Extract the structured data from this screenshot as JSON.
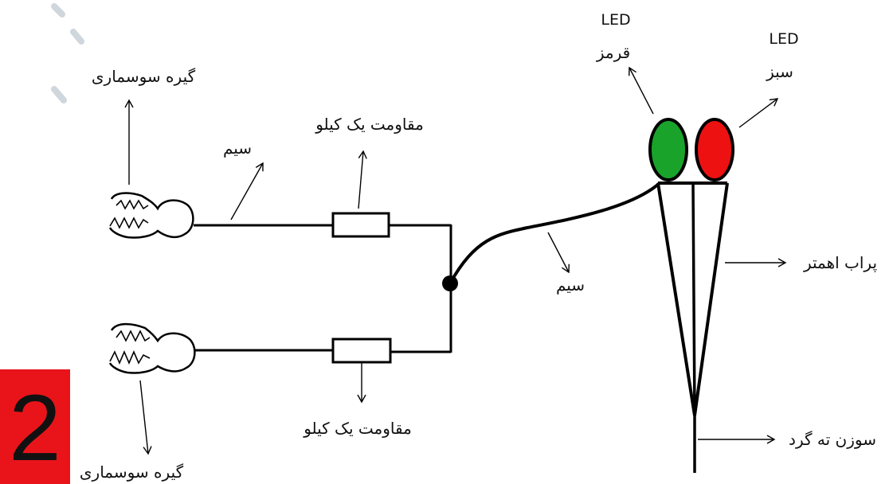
{
  "labels": {
    "clip_top": "گیره سوسماری",
    "clip_bottom": "گیره سوسماری",
    "wire_left": "سیم",
    "wire_right": "سیم",
    "resistor_top": "مقاومت یک کیلو",
    "resistor_bottom": "مقاومت یک کیلو",
    "led_red_title": "LED",
    "led_red_sub": "قرمز",
    "led_green_title": "LED",
    "led_green_sub": "سبز",
    "probe_body": "پراب اهمتر",
    "needle": "سوزن ته گرد"
  },
  "badge": {
    "number": "2"
  },
  "colors": {
    "led_green": "#1aa32b",
    "led_red": "#ee1111",
    "badge_bg": "#e8141a",
    "line": "#000000"
  }
}
